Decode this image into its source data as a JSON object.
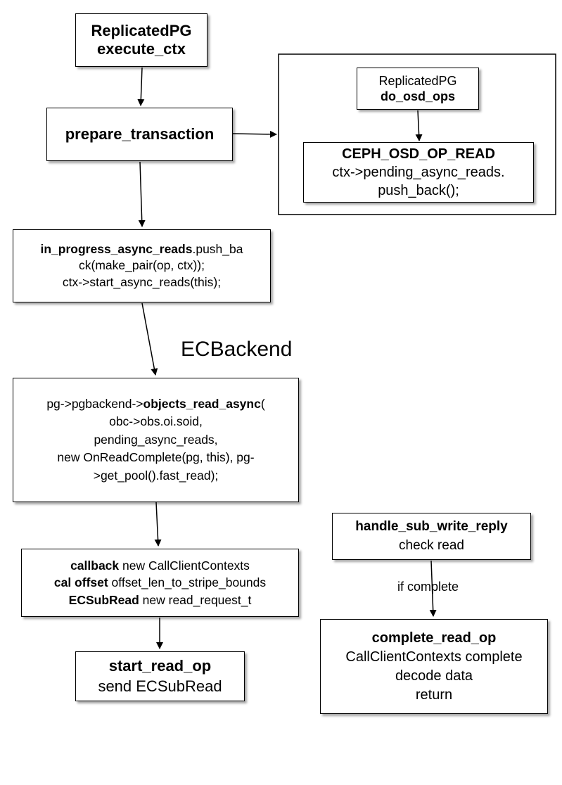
{
  "boxes": {
    "execute_ctx": {
      "line1": "ReplicatedPG",
      "line2": "execute_ctx"
    },
    "prepare_transaction": {
      "label": "prepare_transaction"
    },
    "do_osd_ops": {
      "line1": "ReplicatedPG",
      "line2": "do_osd_ops"
    },
    "ceph_osd_op_read": {
      "line1": "CEPH_OSD_OP_READ",
      "line2": "ctx->pending_async_reads.",
      "line3": "push_back();"
    },
    "in_progress": {
      "bold": "in_progress_async_reads",
      "rest": ".push_ba",
      "line2": "ck(make_pair(op, ctx));",
      "line3": "ctx->start_async_reads(this);"
    },
    "objects_read_async": {
      "prefix": "pg->pgbackend->",
      "bold": "objects_read_async",
      "suffix": "(",
      "line2": "obc->obs.oi.soid,",
      "line3": "pending_async_reads,",
      "line4": "new OnReadComplete(pg, this), pg-",
      "line5": ">get_pool().fast_read);"
    },
    "callback": {
      "row1_bold": "callback",
      "row1_rest": " new CallClientContexts",
      "row2_bold": "cal offset",
      "row2_rest": " offset_len_to_stripe_bounds",
      "row3_bold": "ECSubRead",
      "row3_rest": " new read_request_t"
    },
    "start_read_op": {
      "line1": "start_read_op",
      "line2": "send ECSubRead"
    },
    "handle_sub_write_reply": {
      "line1": "handle_sub_write_reply",
      "line2": "check read"
    },
    "complete_read_op": {
      "line1": "complete_read_op",
      "line2": "CallClientContexts complete",
      "line3": "decode data",
      "line4": "return"
    }
  },
  "labels": {
    "ecbackend": "ECBackend",
    "if_complete": "if complete"
  }
}
